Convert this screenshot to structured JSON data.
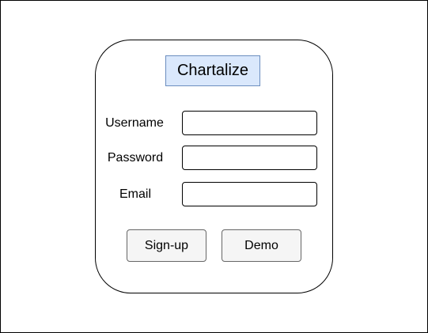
{
  "app": {
    "title": "Chartalize"
  },
  "form": {
    "fields": [
      {
        "label": "Username",
        "value": "",
        "placeholder": ""
      },
      {
        "label": "Password",
        "value": "",
        "placeholder": ""
      },
      {
        "label": "Email",
        "value": "",
        "placeholder": ""
      }
    ],
    "buttons": {
      "signup_label": "Sign-up",
      "demo_label": "Demo"
    }
  },
  "colors": {
    "title_fill": "#dae8fc",
    "title_border": "#6c8ebf",
    "button_fill": "#f5f5f5",
    "button_border": "#666666"
  }
}
